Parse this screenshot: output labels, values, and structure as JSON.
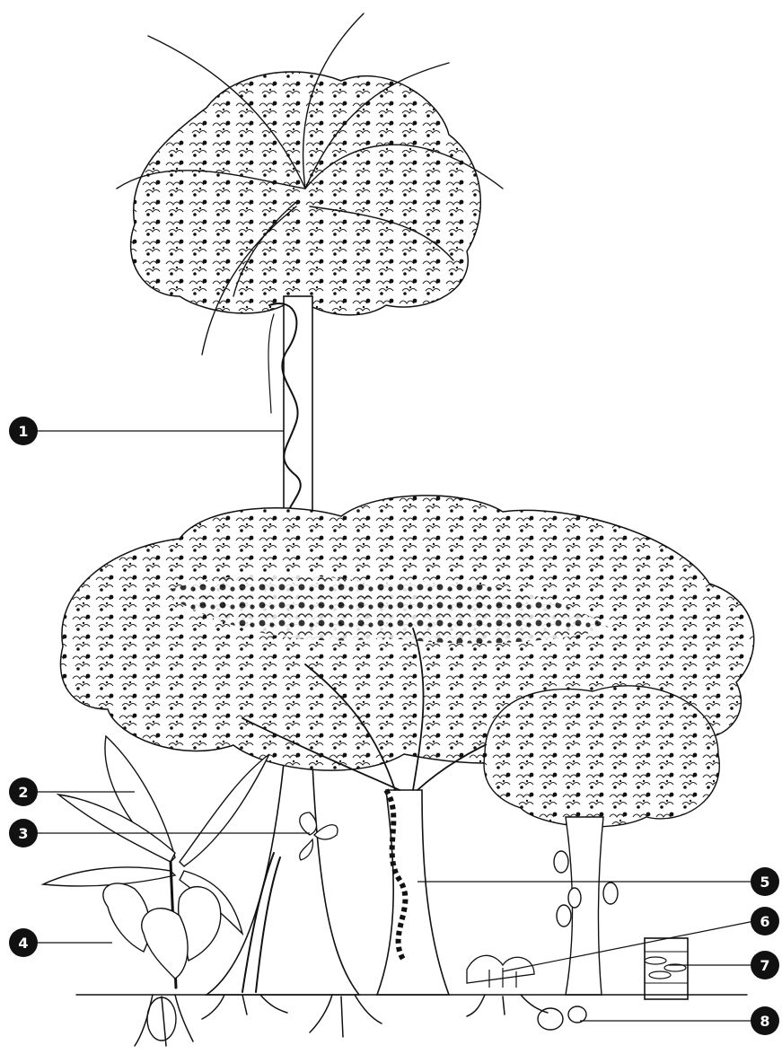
{
  "diagram": {
    "callouts": [
      {
        "number": "1",
        "target": "climbing-vine-on-tall-tree"
      },
      {
        "number": "2",
        "target": "banana-plant"
      },
      {
        "number": "3",
        "target": "epiphyte-on-trunk"
      },
      {
        "number": "4",
        "target": "taro-plant"
      },
      {
        "number": "5",
        "target": "climber-on-canopy-tree"
      },
      {
        "number": "6",
        "target": "ground-herb"
      },
      {
        "number": "7",
        "target": "mushrooms-on-log"
      },
      {
        "number": "8",
        "target": "root-tubers"
      }
    ]
  },
  "colors": {
    "ink": "#111111",
    "background": "#ffffff"
  }
}
